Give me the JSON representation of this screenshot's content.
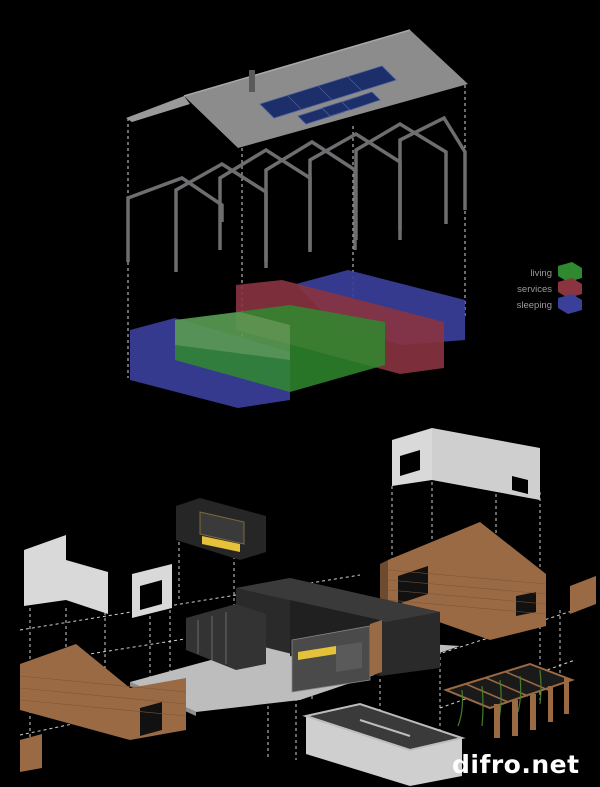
{
  "legend": [
    {
      "label": "living",
      "color": "#2f8a2f"
    },
    {
      "label": "services",
      "color": "#8a3440"
    },
    {
      "label": "sleeping",
      "color": "#3a3f9a"
    }
  ],
  "watermark": "difro.net",
  "colors": {
    "background": "#000000",
    "roof": "#8c8c8c",
    "solar_panel": "#1d2f6a",
    "frame": "#6e6e70",
    "guide_line": "#d0d0d0",
    "timber": "#9a6a44",
    "white_wall": "#d9d9d9",
    "dark_wall": "#262626",
    "floor_slab": "#bdbdbd",
    "lit_kitchen": "#e6c23a"
  }
}
